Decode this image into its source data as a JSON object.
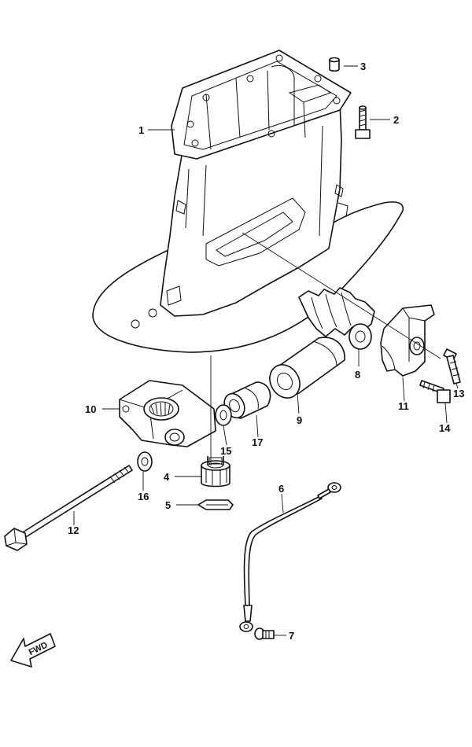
{
  "fwd_label": "FWD",
  "callouts": [
    "1",
    "2",
    "3",
    "4",
    "5",
    "6",
    "7",
    "8",
    "9",
    "10",
    "11",
    "12",
    "13",
    "14",
    "15",
    "16",
    "17"
  ]
}
